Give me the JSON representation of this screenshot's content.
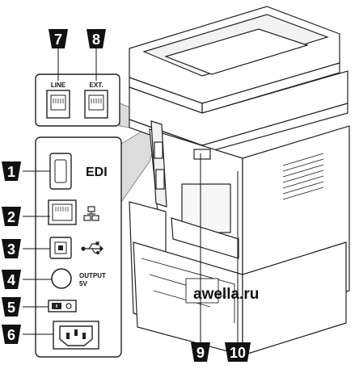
{
  "diagram": {
    "phone_ports": [
      {
        "number": "7",
        "label": "LINE"
      },
      {
        "number": "8",
        "label": "EXT."
      }
    ],
    "side_ports": [
      {
        "number": "1",
        "label": "EDI",
        "icon": "edi-slot-icon"
      },
      {
        "number": "2",
        "label": "",
        "icon": "network-icon"
      },
      {
        "number": "3",
        "label": "",
        "icon": "usb-icon"
      },
      {
        "number": "4",
        "label_line1": "OUTPUT",
        "label_line2": "5V",
        "icon": "output-5v-jack-icon"
      },
      {
        "number": "5",
        "label": "",
        "icon": "power-switch-icon"
      },
      {
        "number": "6",
        "label": "",
        "icon": "power-socket-icon"
      }
    ],
    "printer_callouts": [
      {
        "number": "9"
      },
      {
        "number": "10"
      }
    ],
    "watermark": "awella.ru",
    "colors": {
      "callout_fill": "#111111",
      "panel_border": "#222222",
      "highlight": "#d8d8d8"
    }
  }
}
